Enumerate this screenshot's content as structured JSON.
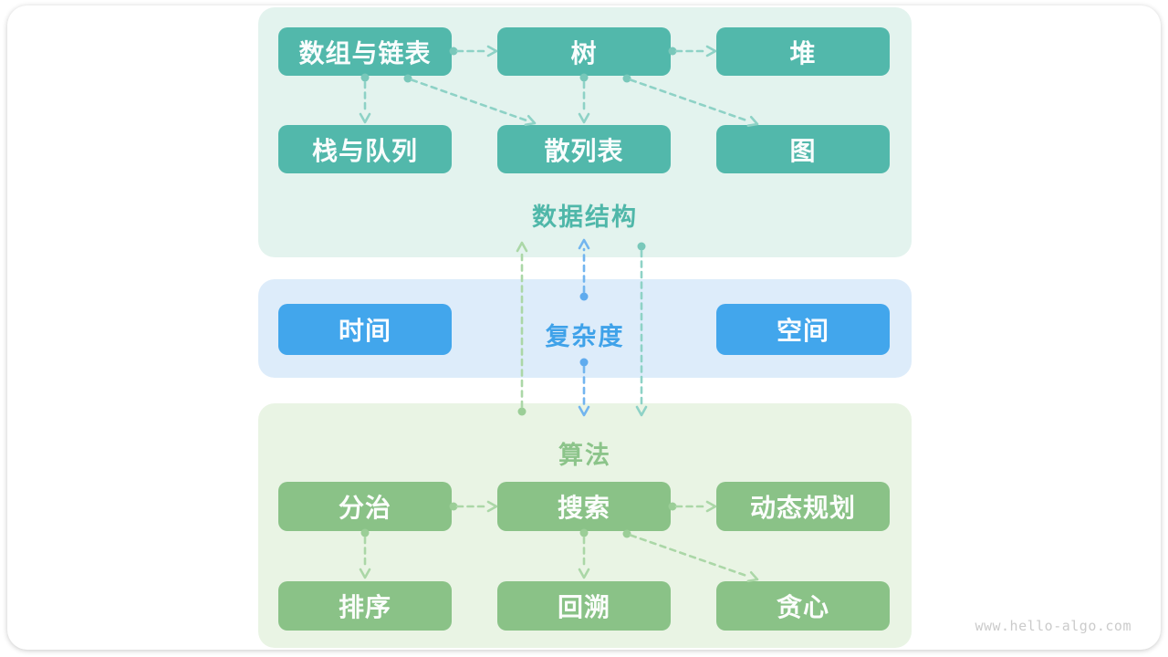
{
  "palette": {
    "teal": "#52b8ab",
    "teal_bg": "#e3f3ee",
    "teal_label": "#4fb7a9",
    "blue": "#42a6ec",
    "blue_bg": "#ddecfa",
    "blue_label": "#3fa2e9",
    "green": "#8ac287",
    "green_bg": "#e9f4e4",
    "green_label": "#8cc48a",
    "arrow_teal": "#8ed2c6",
    "dot_teal": "#79c8ba",
    "arrow_blue": "#72b5ef",
    "dot_blue": "#5fabee",
    "arrow_green": "#abd7a7",
    "dot_green": "#9bce97",
    "watermark": "#cbcbcb"
  },
  "sections": {
    "data_structures": {
      "label": "数据结构",
      "nodes": {
        "array_list": "数组与链表",
        "tree": "树",
        "heap": "堆",
        "stack_queue": "栈与队列",
        "hash_table": "散列表",
        "graph": "图"
      }
    },
    "complexity": {
      "label": "复杂度",
      "nodes": {
        "time": "时间",
        "space": "空间"
      }
    },
    "algorithms": {
      "label": "算法",
      "nodes": {
        "divide_conquer": "分治",
        "search": "搜索",
        "dynamic_programming": "动态规划",
        "sorting": "排序",
        "backtracking": "回溯",
        "greedy": "贪心"
      }
    }
  },
  "watermark": "www.hello-algo.com"
}
